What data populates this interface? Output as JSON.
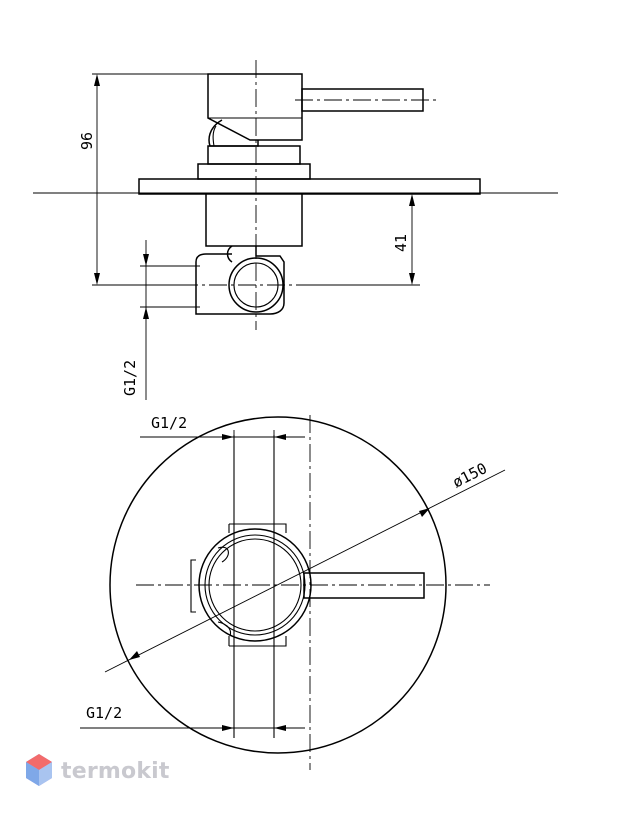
{
  "drawing": {
    "dimensions": {
      "height_overall": "96",
      "height_below_plate": "41",
      "thread_side_view": "G1/2",
      "thread_top": "G1/2",
      "thread_bottom": "G1/2",
      "diameter": "ø150"
    }
  },
  "brand": {
    "name": "termokit",
    "mark_colors": [
      "#f26b6b",
      "#7fa8e8",
      "#b7a4e8"
    ]
  }
}
